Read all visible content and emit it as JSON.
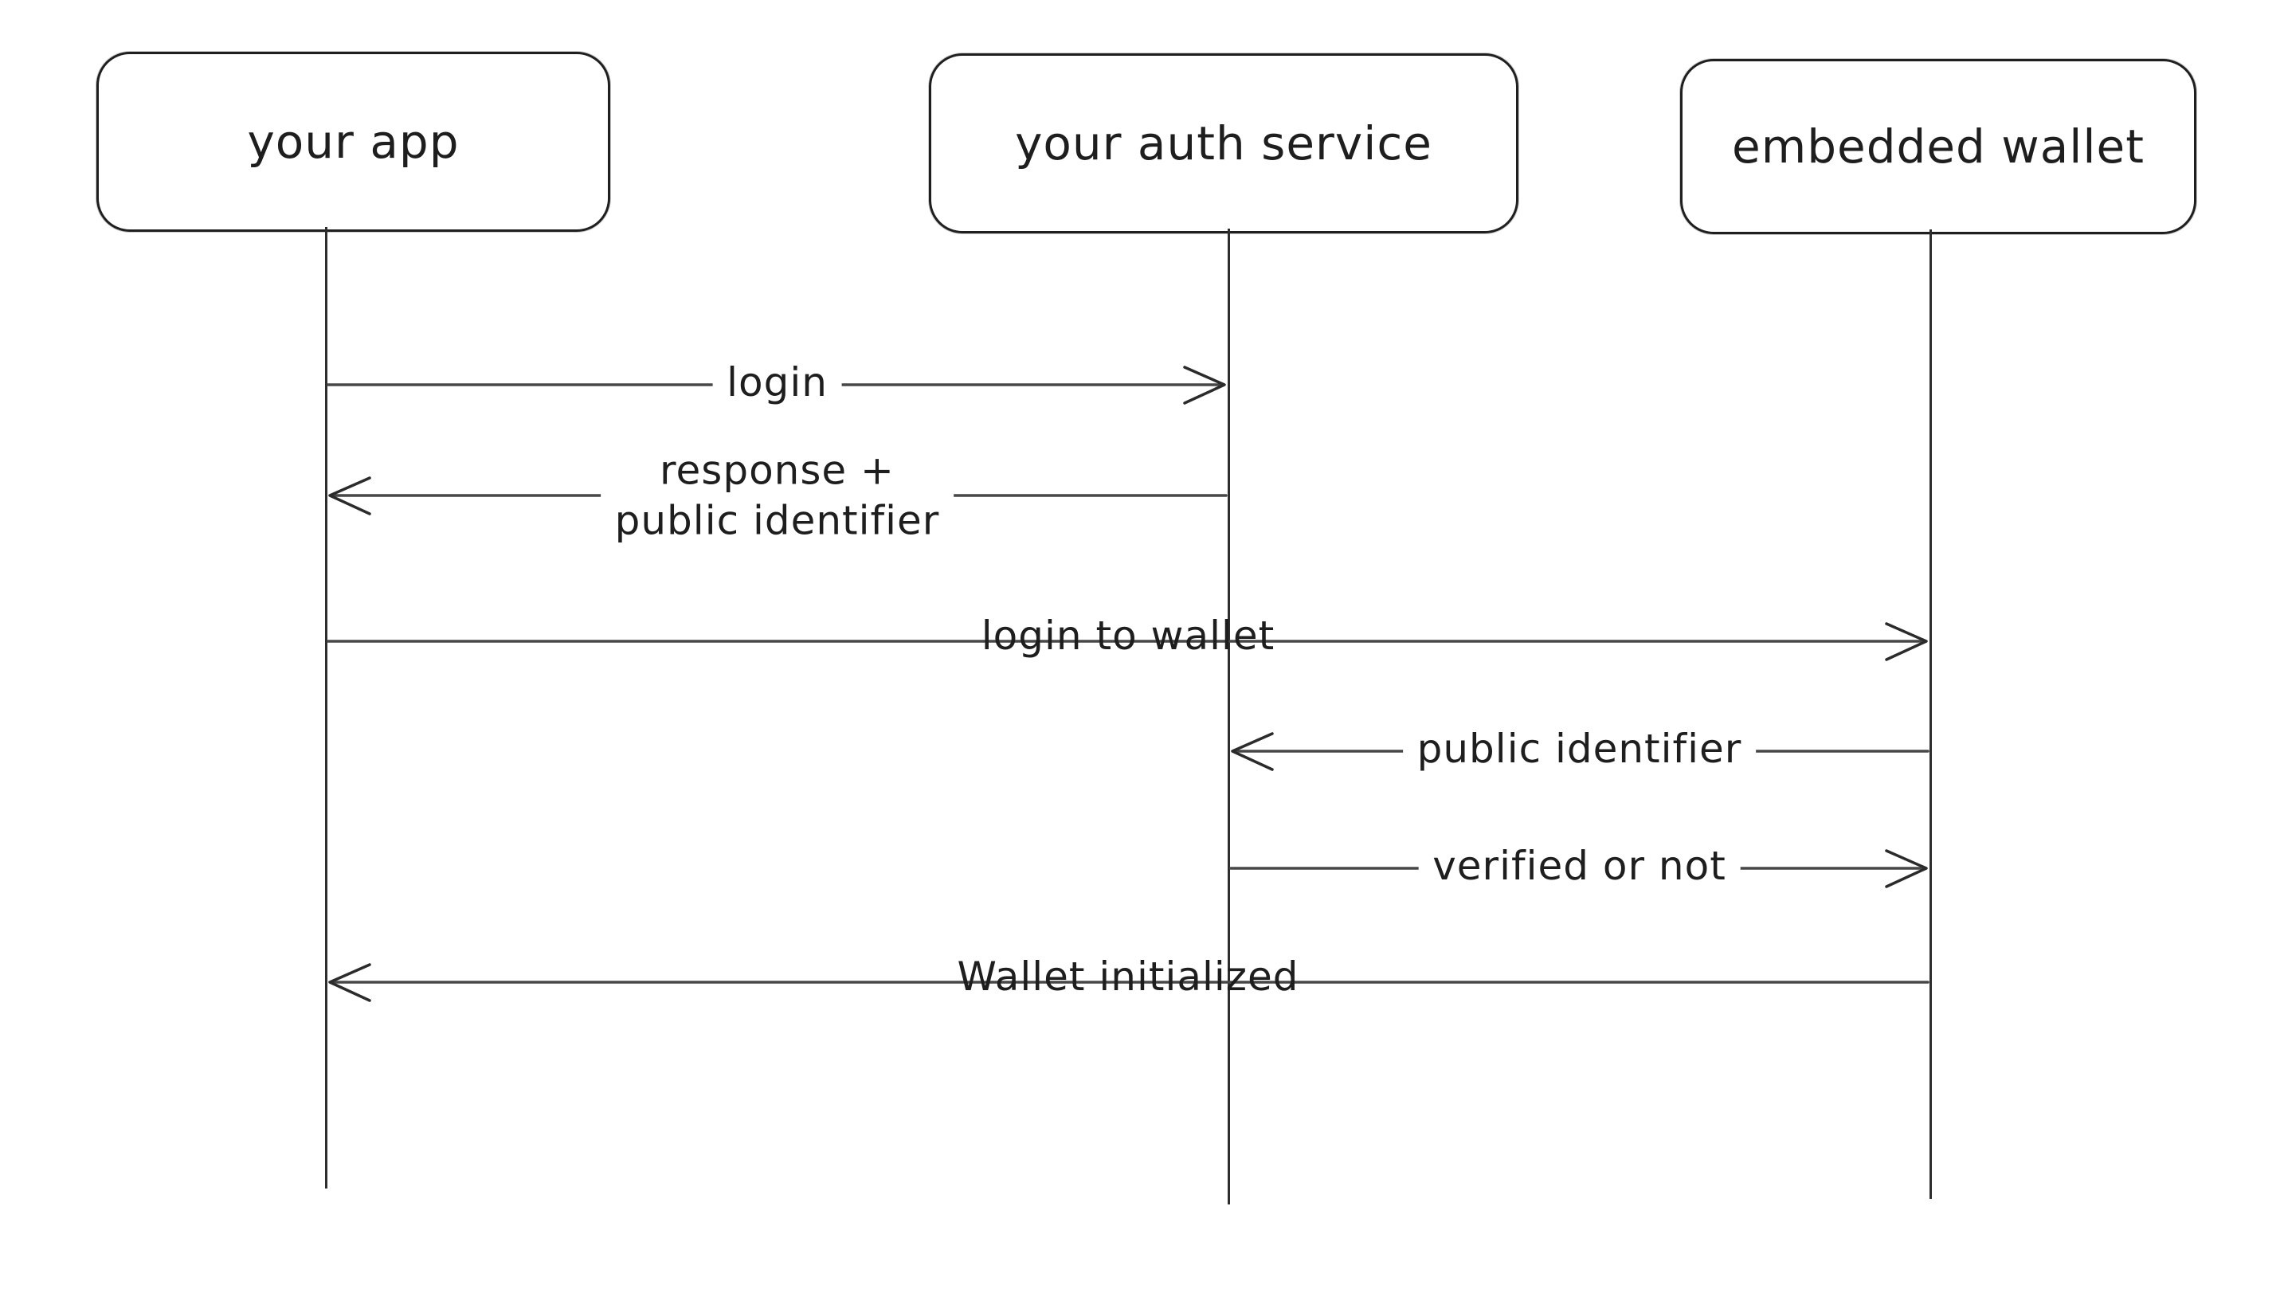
{
  "diagram": {
    "type": "sequence-diagram",
    "background_color": "#ffffff",
    "stroke_color": "#1f1f1f",
    "arrow_color": "#474747",
    "actors": [
      {
        "id": "app",
        "label": "your app"
      },
      {
        "id": "auth",
        "label": "your auth service"
      },
      {
        "id": "wallet",
        "label": "embedded wallet"
      }
    ],
    "messages": [
      {
        "from": "app",
        "to": "auth",
        "direction": "right",
        "lines": [
          "login"
        ]
      },
      {
        "from": "auth",
        "to": "app",
        "direction": "left",
        "lines": [
          "response +",
          "public identifier"
        ]
      },
      {
        "from": "app",
        "to": "wallet",
        "direction": "right",
        "lines": [
          "login to wallet"
        ]
      },
      {
        "from": "wallet",
        "to": "auth",
        "direction": "left",
        "lines": [
          "public identifier"
        ]
      },
      {
        "from": "auth",
        "to": "wallet",
        "direction": "right",
        "lines": [
          "verified or not"
        ]
      },
      {
        "from": "wallet",
        "to": "app",
        "direction": "left",
        "lines": [
          "Wallet initialized"
        ]
      }
    ]
  }
}
